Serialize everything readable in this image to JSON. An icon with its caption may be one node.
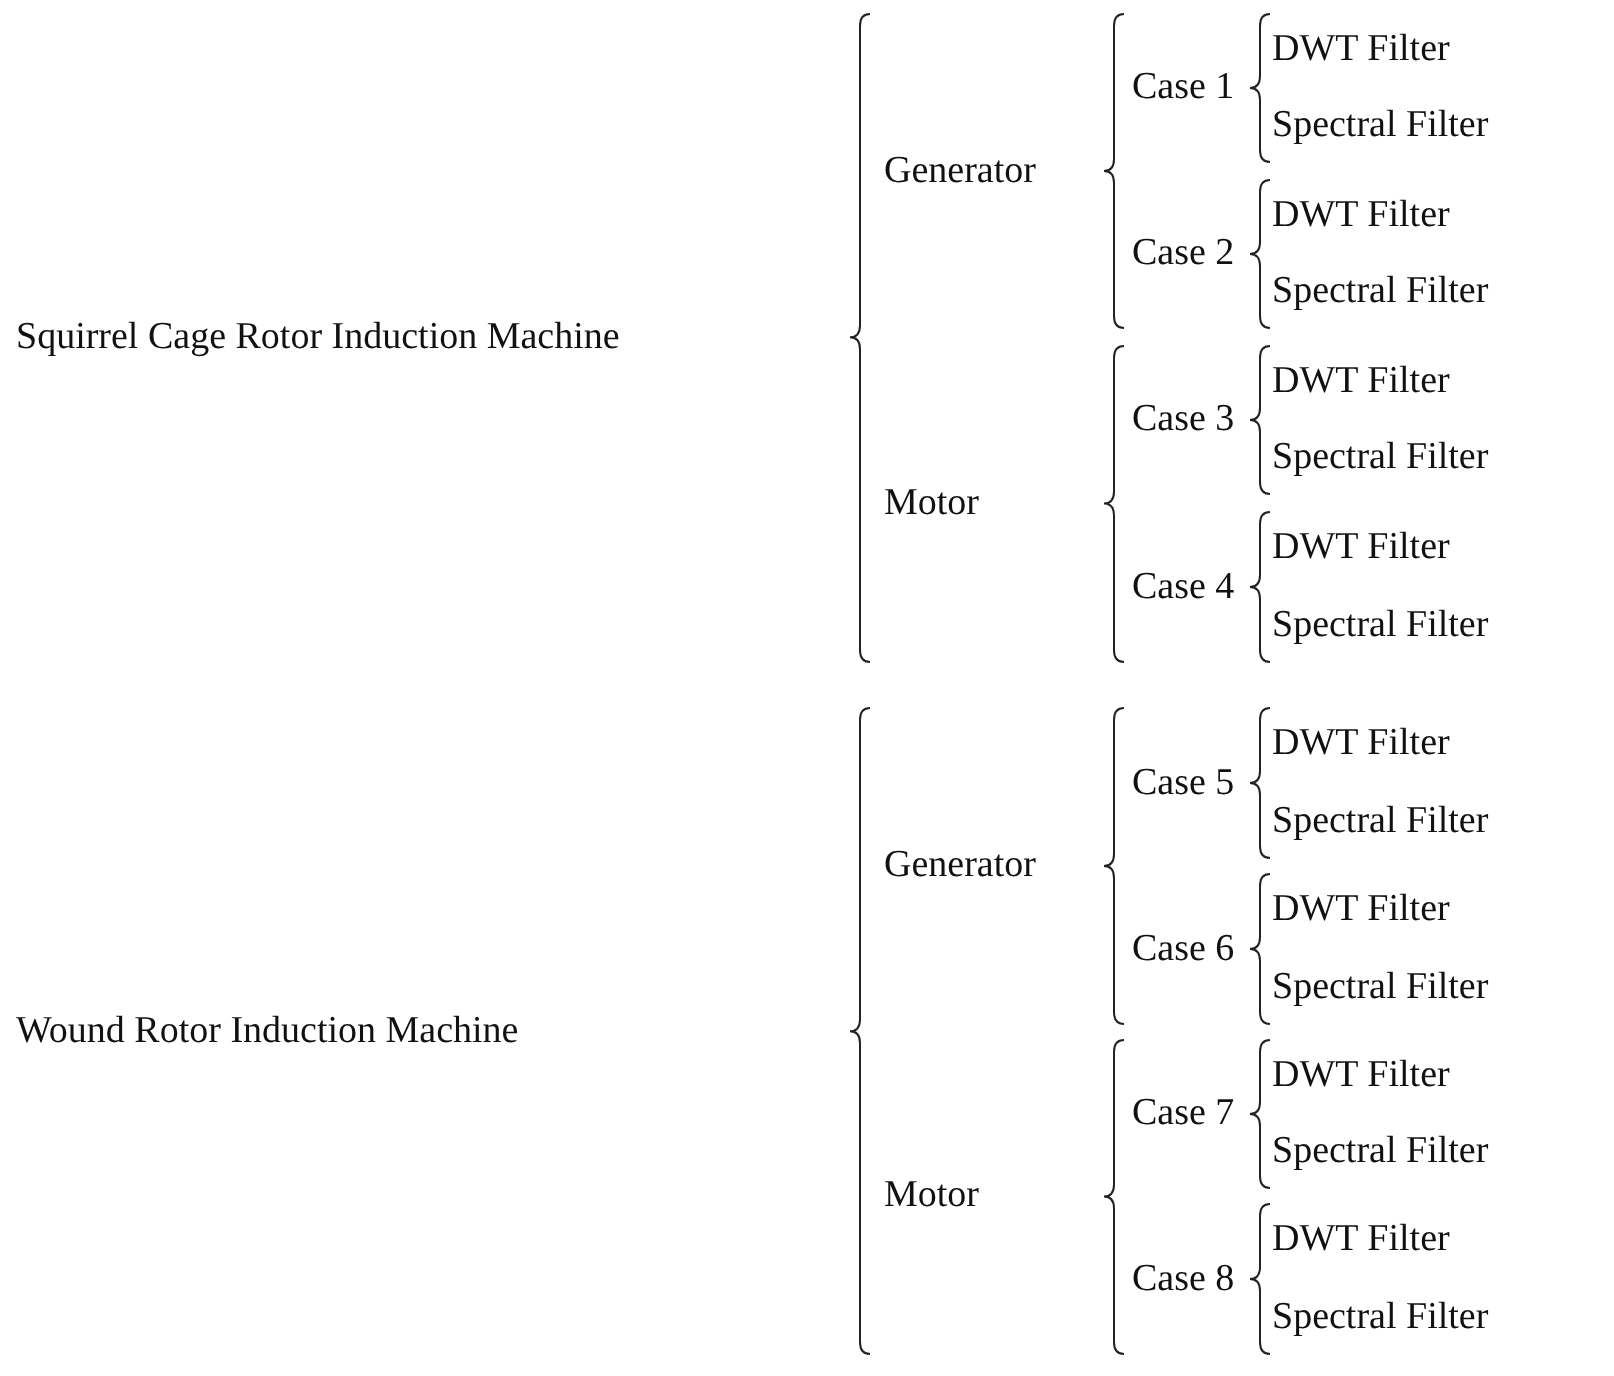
{
  "diagram": {
    "labels": [
      "Squirrel Cage Rotor Induction Machine",
      "Generator",
      "Case 1",
      "DWT Filter",
      "Spectral Filter",
      "Case 2",
      "DWT Filter",
      "Spectral Filter",
      "Motor",
      "Case 3",
      "DWT Filter",
      "Spectral Filter",
      "Case 4",
      "DWT Filter",
      "Spectral Filter",
      "Wound Rotor Induction Machine",
      "Generator",
      "Case 5",
      "DWT Filter",
      "Spectral Filter",
      "Case 6",
      "DWT Filter",
      "Spectral Filter",
      "Motor",
      "Case 7",
      "DWT Filter",
      "Spectral Filter",
      "Case 8",
      "DWT Filter",
      "Spectral Filter"
    ]
  }
}
